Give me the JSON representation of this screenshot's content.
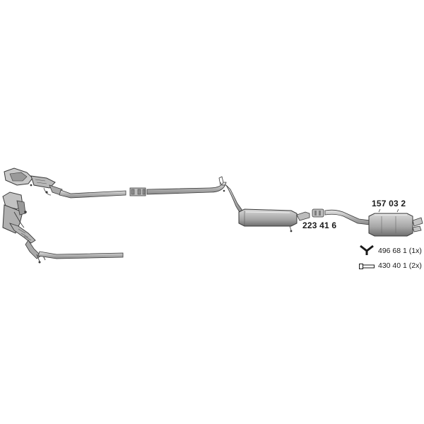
{
  "parts": {
    "rear_silencer": {
      "number": "157 03 2"
    },
    "clamp": {
      "number": "223 41 6"
    }
  },
  "hardware": [
    {
      "icon": "rubber-hanger-icon",
      "label": "496 68 1 (1x)"
    },
    {
      "icon": "bolt-icon",
      "label": "430 40 1 (2x)"
    }
  ],
  "colors": {
    "line": "#3a3a3a",
    "fill_light": "#cfcfcf",
    "fill_mid": "#a8a8a8",
    "fill_dark": "#7a7a7a",
    "text": "#1a1a1a"
  }
}
